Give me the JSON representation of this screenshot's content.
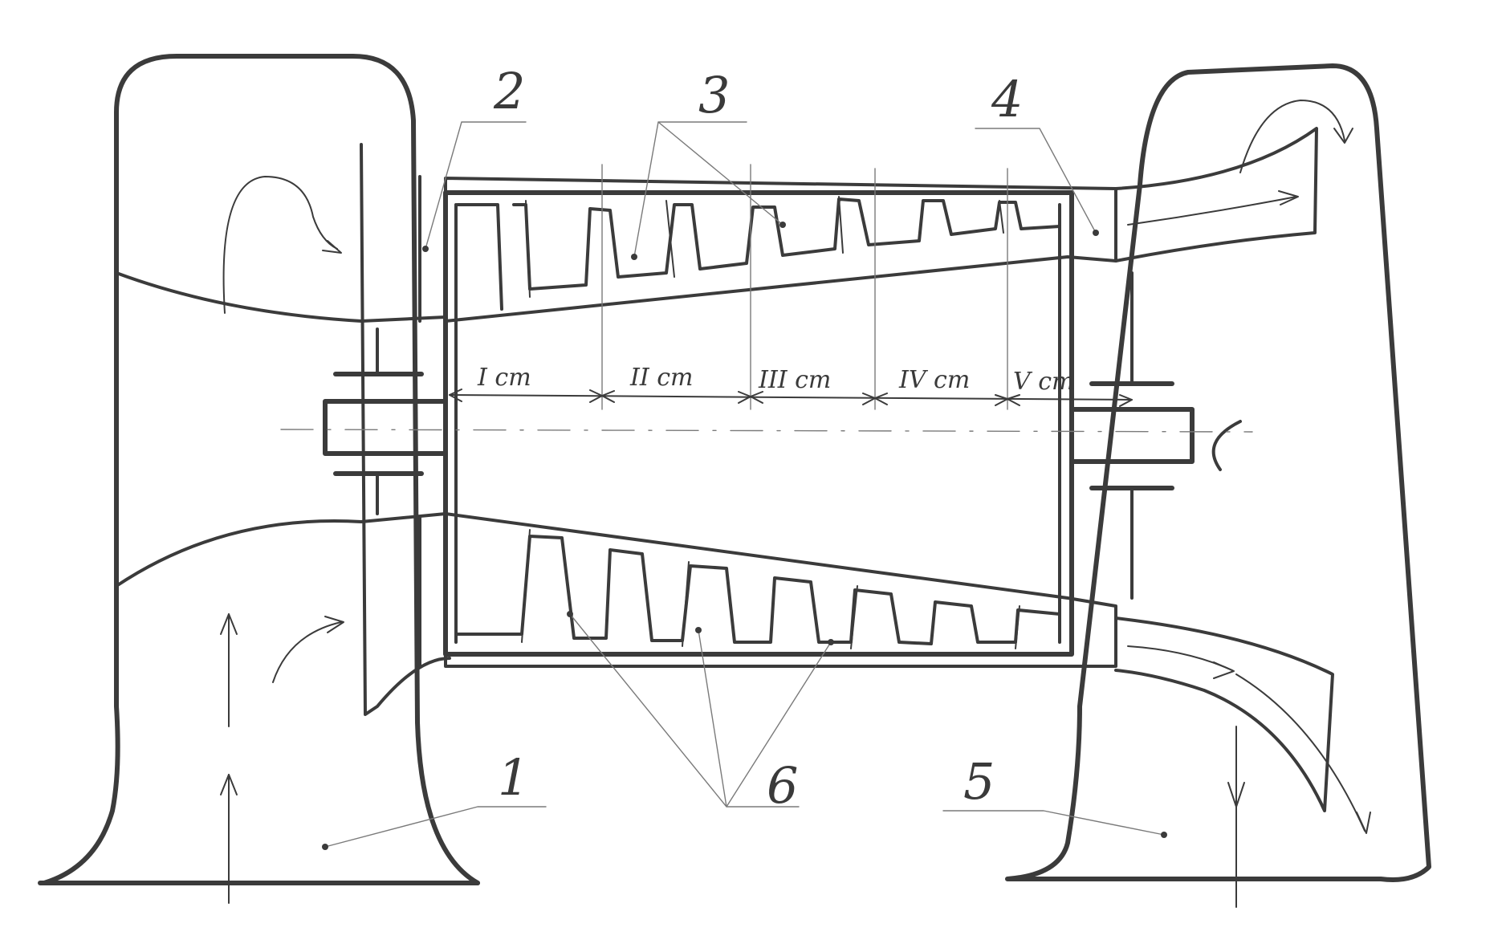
{
  "labels": {
    "callout_1": "1",
    "callout_2": "2",
    "callout_3": "3",
    "callout_4": "4",
    "callout_5": "5",
    "callout_6": "6"
  },
  "stages": [
    "I cm",
    "II cm",
    "III cm",
    "IV cm",
    "V cm"
  ],
  "colors": {
    "ink": "#3b3b3b",
    "paper": "#ffffff"
  }
}
